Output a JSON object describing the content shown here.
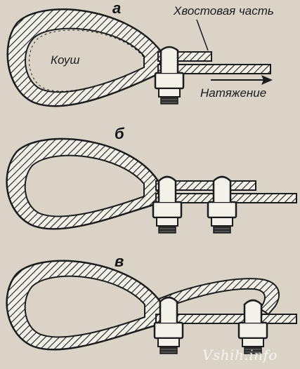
{
  "panels": [
    {
      "letter": "а"
    },
    {
      "letter": "б"
    },
    {
      "letter": "в"
    }
  ],
  "labels": {
    "tail": "Хвостовая часть",
    "thimble": "Коуш",
    "tension": "Натяжение"
  },
  "watermark": "Vshih.info",
  "colors": {
    "background": "#d9d3c8",
    "ink": "#1c1c1c",
    "rope_fill": "#f4f1ea"
  }
}
